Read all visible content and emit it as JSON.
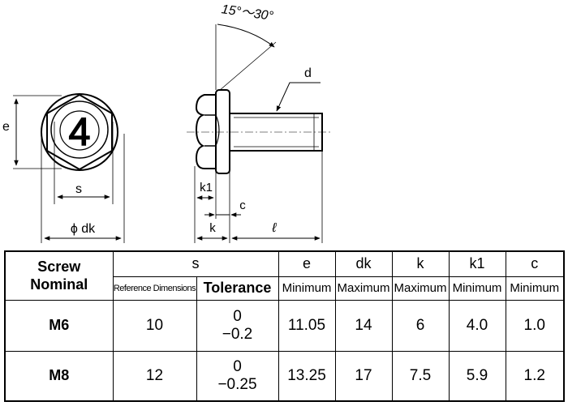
{
  "drawing": {
    "angle_label": "15°～30°",
    "labels": {
      "e": "e",
      "s": "s",
      "dk": "ϕ dk",
      "d": "d",
      "k1": "k1",
      "k": "k",
      "c": "c",
      "l": "ℓ",
      "head_mark": "4"
    }
  },
  "table": {
    "col_screw_line1": "Screw",
    "col_screw_line2": "Nominal",
    "col_s": "s",
    "col_e": "e",
    "col_dk": "dk",
    "col_k": "k",
    "col_k1": "k1",
    "col_c": "c",
    "sub_ref": "Reference Dimensions",
    "sub_tol": "Tolerance",
    "sub_e": "Minimum",
    "sub_dk": "Maximum",
    "sub_k": "Maximum",
    "sub_k1": "Minimum",
    "sub_c": "Minimum",
    "rows": [
      {
        "nominal": "M6",
        "s_ref": "10",
        "tol_upper": "0",
        "tol_lower": "−0.2",
        "e": "11.05",
        "dk": "14",
        "k": "6",
        "k1": "4.0",
        "c": "1.0"
      },
      {
        "nominal": "M8",
        "s_ref": "12",
        "tol_upper": "0",
        "tol_lower": "−0.25",
        "e": "13.25",
        "dk": "17",
        "k": "7.5",
        "k1": "5.9",
        "c": "1.2"
      }
    ]
  }
}
